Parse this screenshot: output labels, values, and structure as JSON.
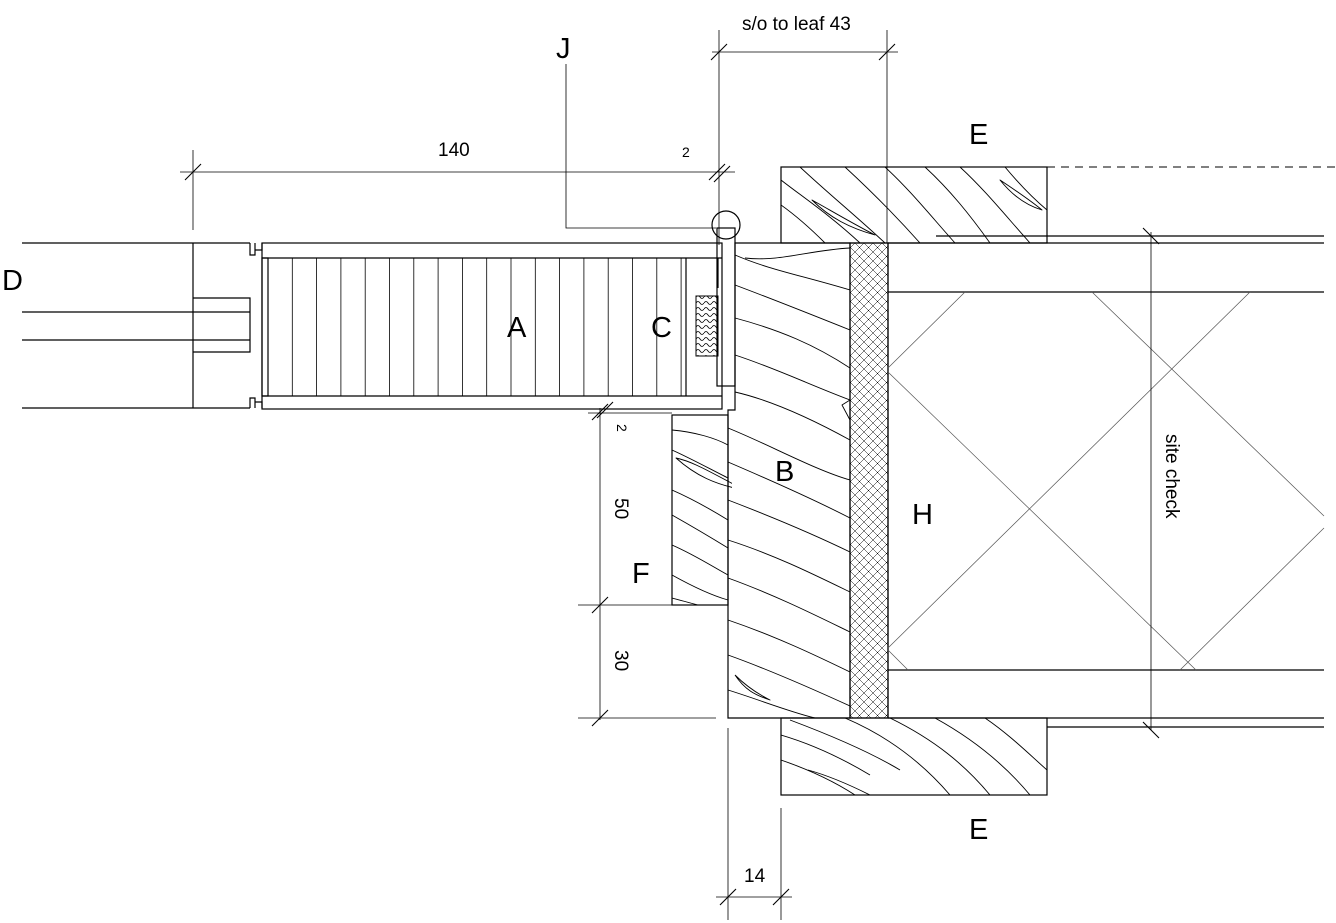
{
  "labels": {
    "a": "A",
    "b": "B",
    "c": "C",
    "d": "D",
    "e_top": "E",
    "e_bottom": "E",
    "f": "F",
    "h": "H",
    "j": "J"
  },
  "dimensions": {
    "leaf_width": "140",
    "gap_top": "2",
    "gap_side": "2",
    "stop_depth": "50",
    "rebate_depth": "30",
    "frame_offset": "14",
    "setout": "s/o to leaf 43",
    "site_check": "site check"
  }
}
